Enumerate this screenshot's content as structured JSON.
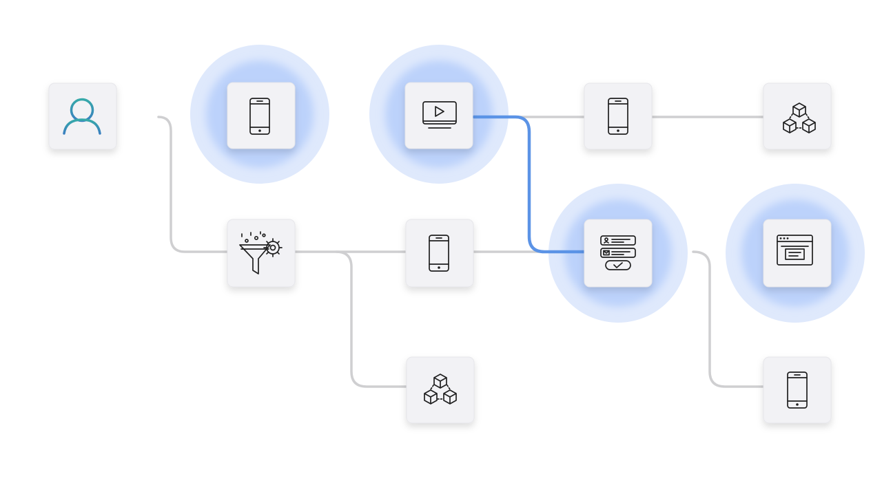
{
  "diagram": {
    "palette": {
      "background": "#ffffff",
      "card": "#f2f2f5",
      "connector": "#cfcfd1",
      "highlight_halo": "#bcd2fb",
      "path_teal": "#2ed3c6",
      "path_blue": "#5b93e6",
      "path_purple": "#c27be8",
      "user_icon": "#3a9fb5"
    },
    "nodes": [
      {
        "id": "n1",
        "icon": "user-icon",
        "highlighted": false
      },
      {
        "id": "n2",
        "icon": "smartphone-icon",
        "highlighted": true
      },
      {
        "id": "n3",
        "icon": "video-screen-icon",
        "highlighted": true
      },
      {
        "id": "n4",
        "icon": "smartphone-icon",
        "highlighted": false
      },
      {
        "id": "n5",
        "icon": "cubes-network-icon",
        "highlighted": false
      },
      {
        "id": "n6",
        "icon": "funnel-gear-icon",
        "highlighted": false
      },
      {
        "id": "n7",
        "icon": "smartphone-icon",
        "highlighted": false
      },
      {
        "id": "n8",
        "icon": "form-icon",
        "highlighted": true
      },
      {
        "id": "n9",
        "icon": "browser-window-icon",
        "highlighted": true
      },
      {
        "id": "n10",
        "icon": "cubes-network-icon",
        "highlighted": false
      },
      {
        "id": "n11",
        "icon": "smartphone-icon",
        "highlighted": false
      }
    ],
    "connections": [
      {
        "from": "n1",
        "to": "n2",
        "style": "teal"
      },
      {
        "from": "n2",
        "to": "n3",
        "style": "teal"
      },
      {
        "from": "n3",
        "to": "n4",
        "style": "gray"
      },
      {
        "from": "n4",
        "to": "n5",
        "style": "gray"
      },
      {
        "from": "n1",
        "to": "n6",
        "style": "gray"
      },
      {
        "from": "n6",
        "to": "n7",
        "style": "gray"
      },
      {
        "from": "n6",
        "to": "n10",
        "style": "gray"
      },
      {
        "from": "n7",
        "to": "n8",
        "style": "gray"
      },
      {
        "from": "n3",
        "to": "n8",
        "style": "blue"
      },
      {
        "from": "n8",
        "to": "n9",
        "style": "purple"
      },
      {
        "from": "n8",
        "to": "n11",
        "style": "gray"
      }
    ]
  }
}
